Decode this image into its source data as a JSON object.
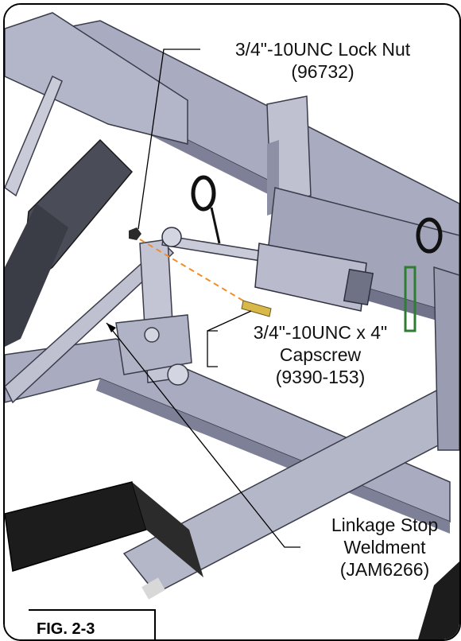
{
  "figure": {
    "caption": "FIG.  2-3"
  },
  "callouts": {
    "lock_nut": {
      "line1": "3/4\"-10UNC Lock Nut",
      "line2": "(96732)"
    },
    "capscrew": {
      "line1": "3/4\"-10UNC x 4\"",
      "line2": "Capscrew",
      "line3": "(9390-153)"
    },
    "linkage_stop": {
      "line1": "Linkage Stop",
      "line2": "Weldment",
      "line3": "(JAM6266)"
    }
  },
  "colors": {
    "frame_steel": "#a9acc0",
    "frame_shadow": "#7d8096",
    "frame_light": "#c9cbd9",
    "cylinder_black": "#1c1c1c",
    "hose_green": "#2e7d32",
    "dashed_axis": "#f28c28",
    "bolt_yellow": "#d9b84a"
  }
}
